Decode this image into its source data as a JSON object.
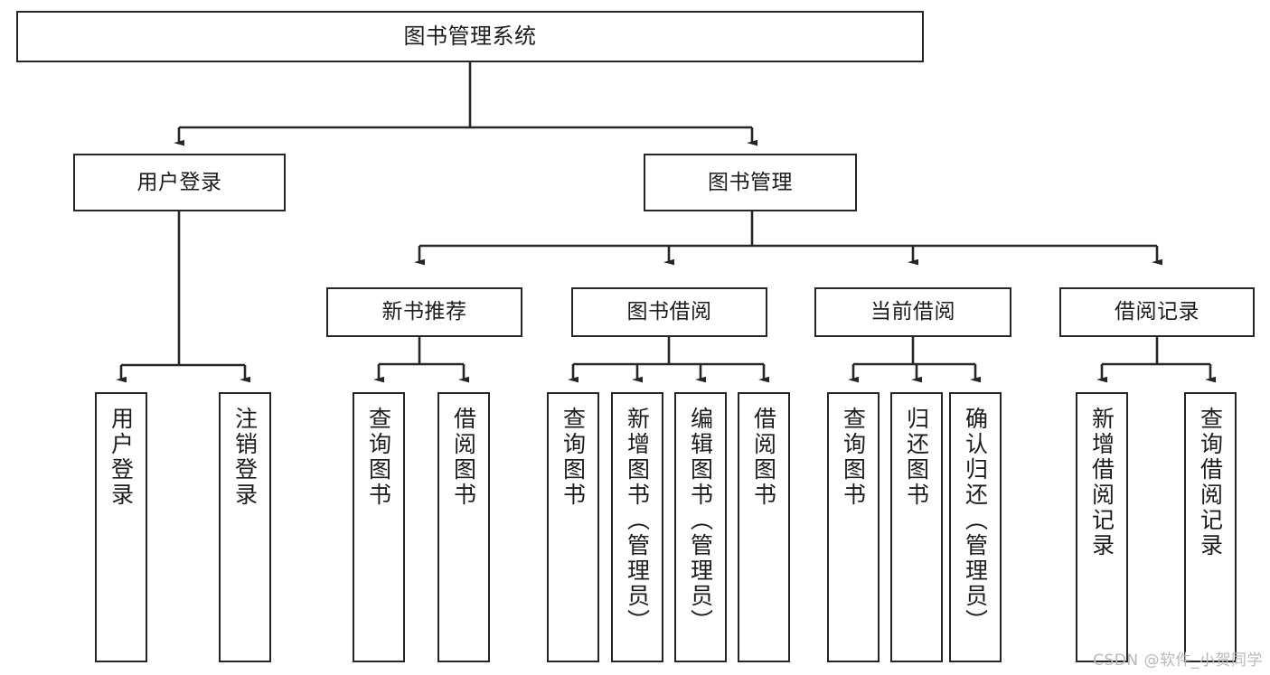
{
  "diagram": {
    "title": "图书管理系统",
    "watermark": "CSDN @软件_小贺同学",
    "colors": {
      "box_border": "#262626",
      "box_fill": "#ffffff",
      "line": "#262626",
      "text": "#1c1c1c",
      "watermark": "#b9b9b9",
      "background": "#ffffff"
    },
    "root": {
      "label": "图书管理系统"
    },
    "level1": [
      {
        "label": "用户登录"
      },
      {
        "label": "图书管理"
      }
    ],
    "level2": [
      {
        "label": "新书推荐"
      },
      {
        "label": "图书借阅"
      },
      {
        "label": "当前借阅"
      },
      {
        "label": "借阅记录"
      }
    ],
    "leaves": {
      "user_login": [
        {
          "label": "用户登录"
        },
        {
          "label": "注销登录"
        }
      ],
      "new_book_recommend": [
        {
          "label": "查询图书"
        },
        {
          "label": "借阅图书"
        }
      ],
      "book_borrow": [
        {
          "label": "查询图书"
        },
        {
          "label": "新增图书（管理员）"
        },
        {
          "label": "编辑图书（管理员）"
        },
        {
          "label": "借阅图书"
        }
      ],
      "current_borrow": [
        {
          "label": "查询图书"
        },
        {
          "label": "归还图书"
        },
        {
          "label": "确认归还（管理员）"
        }
      ],
      "borrow_record": [
        {
          "label": "新增借阅记录"
        },
        {
          "label": "查询借阅记录"
        }
      ]
    }
  }
}
